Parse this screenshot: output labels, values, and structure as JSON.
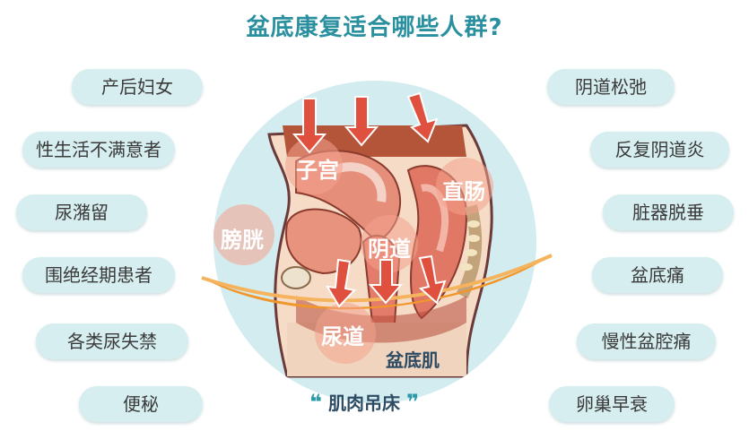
{
  "title": "盆底康复适合哪些人群?",
  "left_items": [
    "产后妇女",
    "性生活不满意者",
    "尿潴留",
    "围绝经期患者",
    "各类尿失禁",
    "便秘"
  ],
  "right_items": [
    "阴道松弛",
    "反复阴道炎",
    "脏器脱垂",
    "盆底痛",
    "慢性盆腔痛",
    "卵巢早衰"
  ],
  "organs": {
    "uterus": "子宫",
    "rectum": "直肠",
    "bladder": "膀胱",
    "vagina": "阴道",
    "urethra": "尿道",
    "pelvic_floor": "盆底肌"
  },
  "hammock": {
    "open_quote": "❝",
    "text": "肌肉吊床",
    "close_quote": "❞"
  },
  "colors": {
    "title": "#2a8f9f",
    "pill_bg": "#d6eef0",
    "circle_bg": "#d3ecef",
    "arrow": "#e0503f",
    "hammock": "#f0962a"
  }
}
